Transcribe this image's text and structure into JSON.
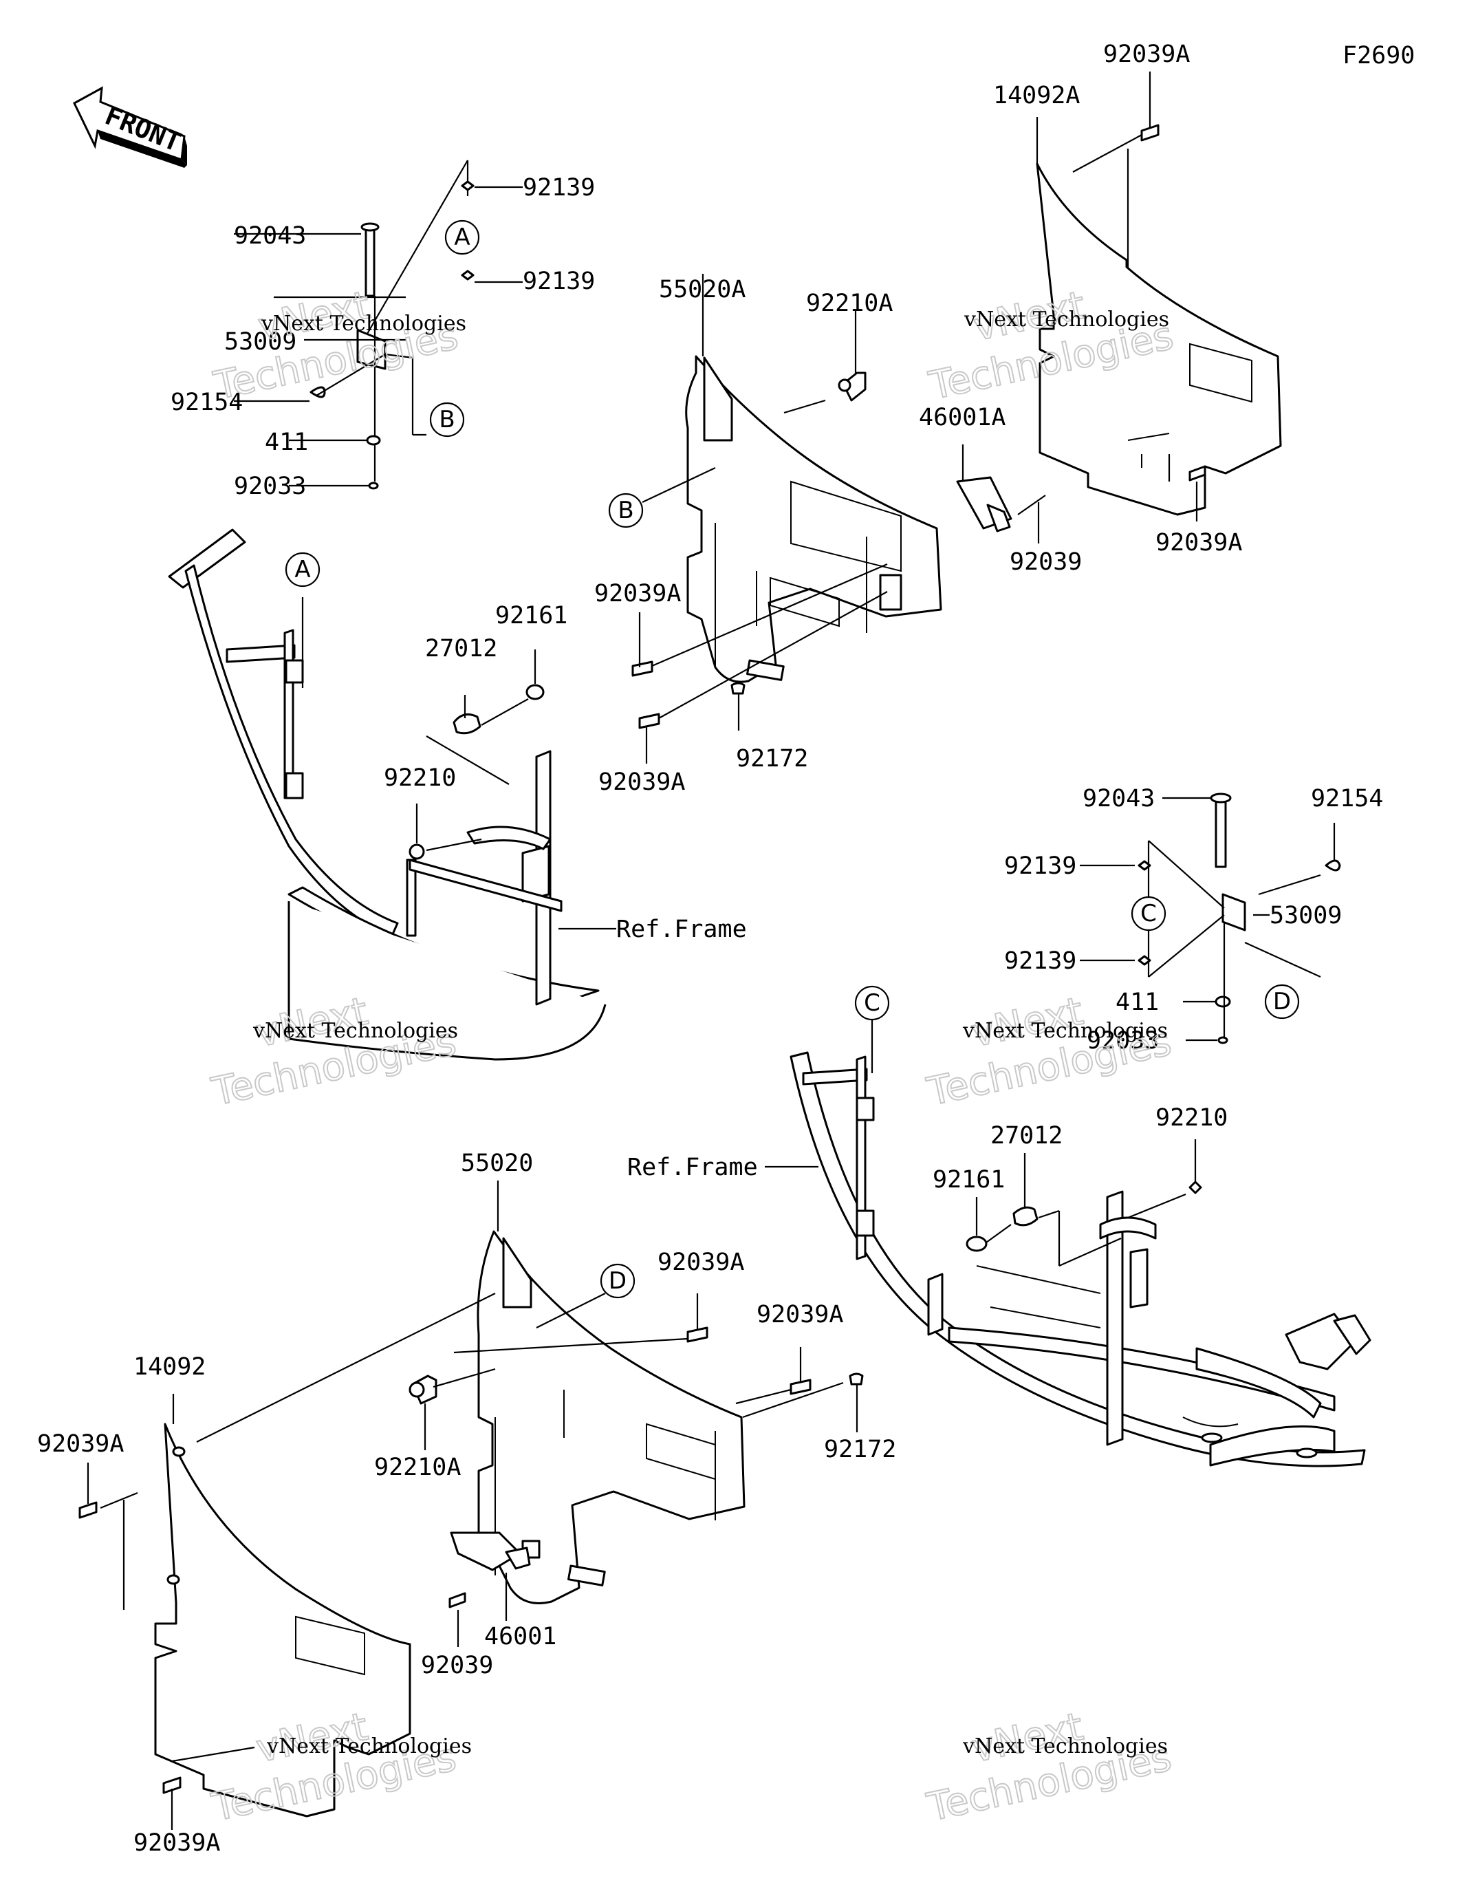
{
  "figure_code": "F2690",
  "front_label": "FRONT",
  "reference_label": "Ref.Frame",
  "watermark": {
    "line1": "vNext Technologies",
    "line2_a": "vNext",
    "line2_b": "Technologies"
  },
  "callouts": [
    "A",
    "B",
    "C",
    "D"
  ],
  "part_numbers": {
    "p92139": "92139",
    "p92043": "92043",
    "p53009": "53009",
    "p92154": "92154",
    "p411": "411",
    "p92033": "92033",
    "p55020A": "55020A",
    "p92210A": "92210A",
    "p14092A": "14092A",
    "p92039A": "92039A",
    "p46001A": "46001A",
    "p92039": "92039",
    "p92172": "92172",
    "p27012": "27012",
    "p92161": "92161",
    "p92210": "92210",
    "p55020": "55020",
    "p14092": "14092",
    "p46001": "46001"
  }
}
